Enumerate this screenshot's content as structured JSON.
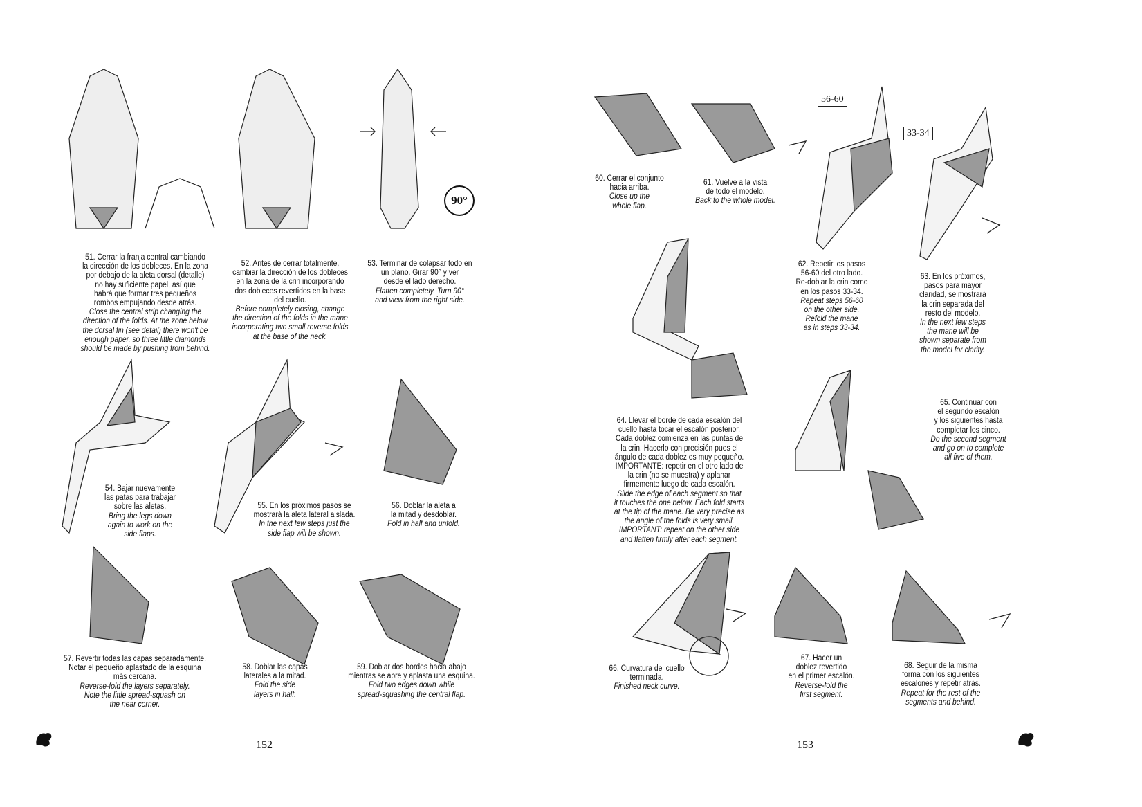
{
  "pages": {
    "left": "152",
    "right": "153"
  },
  "badges": {
    "b1": "56-60",
    "b2": "33-34",
    "turn": "90°"
  },
  "steps": [
    {
      "es": "51. Cerrar la franja central cambiando\nla dirección de los dobleces. En la zona\npor debajo de la aleta dorsal (detalle)\nno hay suficiente papel, así que\nhabrá que formar tres pequeños\nrombos empujando desde atrás.",
      "en": "Close the central strip changing the\ndirection of the folds. At the zone below\nthe dorsal fin (see detail) there won't be\nenough paper, so three little diamonds\nshould be made by pushing from behind."
    },
    {
      "es": "52. Antes de cerrar totalmente,\ncambiar la dirección de los dobleces\nen la zona de la crin incorporando\ndos dobleces revertidos en la base\ndel cuello.",
      "en": "Before completely closing, change\nthe direction of the folds in the mane\nincorporating two small reverse folds\nat the base of the neck."
    },
    {
      "es": "53. Terminar de colapsar todo en\nun plano. Girar 90° y ver\ndesde el lado derecho.",
      "en": "Flatten completely. Turn 90°\nand view from the right side."
    },
    {
      "es": "54. Bajar nuevamente\nlas patas para trabajar\nsobre las aletas.",
      "en": "Bring the legs down\nagain to work on the\nside flaps."
    },
    {
      "es": "55. En los próximos pasos se\nmostrará la aleta lateral aislada.",
      "en": "In the next few steps just the\nside flap will be shown."
    },
    {
      "es": "56. Doblar la aleta a\nla mitad y desdoblar.",
      "en": "Fold in half and unfold."
    },
    {
      "es": "57. Revertir todas las capas separadamente.\nNotar el pequeño aplastado de la esquina\nmás cercana.",
      "en": "Reverse-fold the layers separately.\nNote the little spread-squash on\nthe near corner."
    },
    {
      "es": "58. Doblar las capas\nlaterales a la mitad.",
      "en": "Fold the side\nlayers in half."
    },
    {
      "es": "59. Doblar dos bordes hacia abajo\nmientras se abre y aplasta una esquina.",
      "en": "Fold two edges down while\nspread-squashing the central flap."
    },
    {
      "es": "60. Cerrar el conjunto\nhacia arriba.",
      "en": "Close up the\nwhole flap."
    },
    {
      "es": "61. Vuelve a la vista\nde todo el modelo.",
      "en": "Back to the whole model."
    },
    {
      "es": "62. Repetir los pasos\n56-60 del otro lado.\nRe-doblar la crin como\nen los pasos 33-34.",
      "en": "Repeat steps 56-60\non the other side.\nRefold the mane\nas in steps 33-34."
    },
    {
      "es": "63. En los próximos,\npasos para mayor\nclaridad, se mostrará\nla crin separada del\nresto del modelo.",
      "en": "In the next few steps\nthe mane will be\nshown separate from\nthe model for clarity."
    },
    {
      "es": "64. Llevar el borde de cada escalón del\ncuello hasta tocar el escalón posterior.\nCada doblez comienza en las puntas de\nla crin. Hacerlo con precisión pues el\nángulo de cada doblez es muy pequeño.\nIMPORTANTE: repetir en el otro lado de\nla crin (no se muestra) y aplanar\nfirmemente luego de cada escalón.",
      "en": "Slide the edge of each segment so that\nit touches the one below. Each fold starts\nat the tip of the mane. Be very precise as\nthe angle of the folds is very small.\nIMPORTANT: repeat on the other side\nand flatten firmly after each segment."
    },
    {
      "es": "65. Continuar con\nel segundo escalón\ny los siguientes hasta\ncompletar los cinco.",
      "en": "Do the second segment\nand go on to complete\nall five of them."
    },
    {
      "es": "66. Curvatura del cuello\nterminada.",
      "en": "Finished neck curve."
    },
    {
      "es": "67. Hacer un\ndoblez revertido\nen el primer escalón.",
      "en": "Reverse-fold the\nfirst segment."
    },
    {
      "es": "68. Seguir de la misma\nforma con los siguientes\nescalones y repetir atrás.",
      "en": "Repeat for the rest of the\nsegments and behind."
    }
  ]
}
